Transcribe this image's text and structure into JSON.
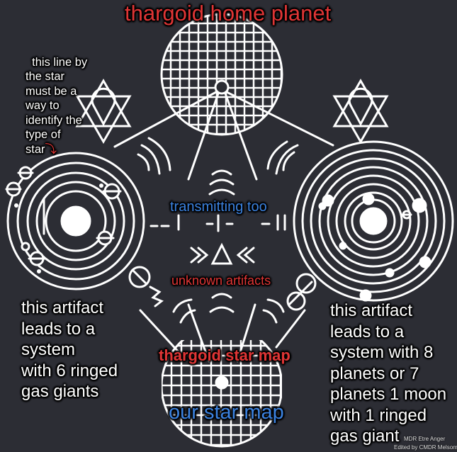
{
  "labels": {
    "title": "thargoid home planet",
    "star_note": "this line by\nthe star\nmust be a\nway to\nidentify the\ntype of\nstar",
    "star_note_arrow": "⤵",
    "transmitting": "transmitting too",
    "unknown_artifacts": "unknown artifacts",
    "left_artifact": "this artifact\nleads to a\nsystem\nwith 6 ringed\ngas giants",
    "right_artifact": "this artifact\nleads to a\nsystem with 8\nplanets or 7\nplanets 1 moon\nwith 1 ringed\ngas giant",
    "thargoid_star_map": "thargoid star map",
    "our_star_map": "our star map"
  },
  "credits": {
    "author": "MDR Etre Anger",
    "editor": "Edited by CMDR Melsom"
  },
  "colors": {
    "background": "#2c2d34",
    "red_label": "#e03535",
    "blue_label": "#3b82e0",
    "glyph": "#ffffff"
  }
}
